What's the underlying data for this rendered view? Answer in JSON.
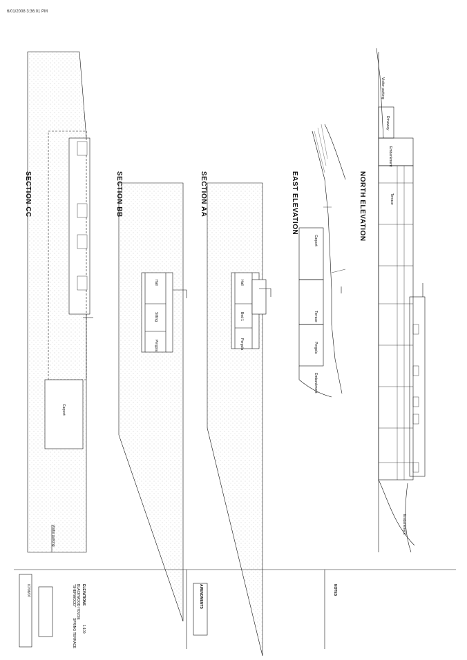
{
  "timestamp": "6/01/2008 3:36:01 PM",
  "titles": {
    "north": "NORTH ELEVATION",
    "east": "EAST ELEVATION",
    "section_aa": "SECTION AA",
    "section_bb": "SECTION BB",
    "section_cc": "SECTION CC"
  },
  "north_labels": {
    "visitor_parking": "Visitor parking",
    "driveway": "Driveway",
    "embankment": "Embankment",
    "terrace": "Terrace",
    "embankment2": "Embankment"
  },
  "east_labels": {
    "carport": "Carport",
    "terrace": "Terrace",
    "pergola": "Pergola",
    "embankment": "Embankment"
  },
  "section_aa_labels": {
    "hall": "Hall",
    "bed1": "Bed 1",
    "pergola": "Pergola"
  },
  "section_bb_labels": {
    "hall": "Hall",
    "sitting": "Sitting",
    "pergola": "Pergola"
  },
  "section_cc_labels": {
    "carport": "Carport",
    "visitor_parking": "Visitor parking"
  },
  "title_block": {
    "drawing_title": "ELEVATIONS",
    "scale": "1:100",
    "project_line1": "BLACKWOOD HOUSE",
    "project_line2": "\"SHERWOOD\"",
    "project_line3": "SPRING TERRACE",
    "amendments": "AMENDMENTS",
    "notes": "NOTES",
    "drawing_no": "07/08/07"
  },
  "colors": {
    "line": "#111111",
    "hatch": "#bbbbbb"
  }
}
